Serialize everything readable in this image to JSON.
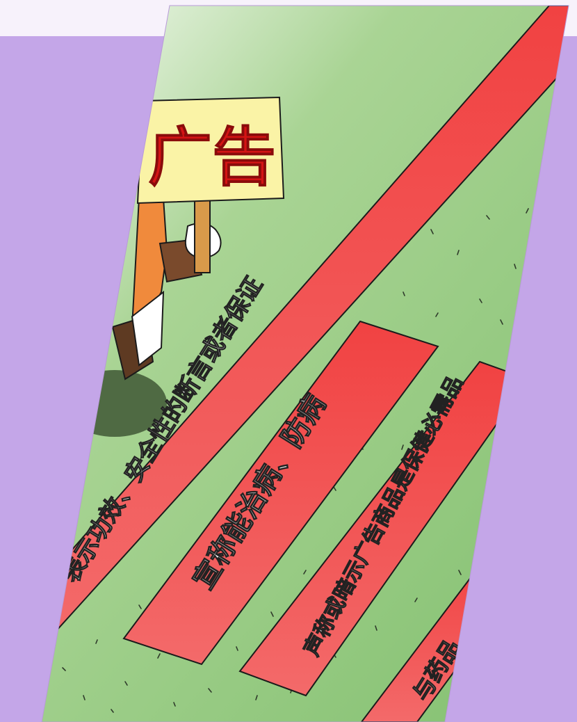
{
  "poster": {
    "sign_text": "广告",
    "stripe_main": "表示功效、安全性的断言或者保证",
    "stripe_2": "宣称能治病、防病",
    "stripe_3": "声称或暗示广告商品是保健必需品",
    "stripe_4": "与药品"
  },
  "colors": {
    "background": "#c4a6e8",
    "header_strip": "#f7f2fb",
    "ground_green": "#8fc77a",
    "stripe_red": "#ee3b3b",
    "sign_yellow": "#faf3a6",
    "sign_text": "#d41414"
  }
}
